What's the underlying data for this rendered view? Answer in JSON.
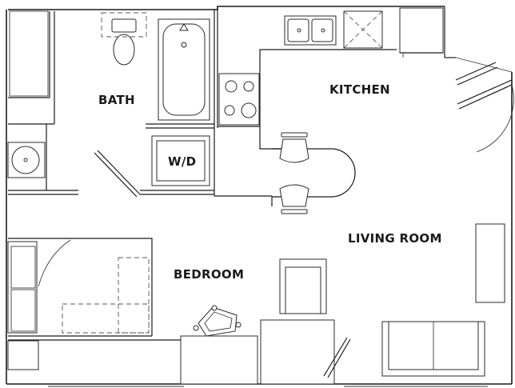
{
  "rooms": {
    "bath": "BATH",
    "kitchen": "KITCHEN",
    "wd": "W/D",
    "living": "LIVING ROOM",
    "bedroom": "BEDROOM"
  },
  "icons": [
    "toilet-icon",
    "bathtub-icon",
    "sink-icon",
    "stove-icon",
    "dishwasher-icon",
    "refrigerator-icon",
    "washer-dryer-icon",
    "bed-icon",
    "sofa-icon",
    "armchair-icon",
    "bar-stool-icon",
    "desk-chair-icon",
    "door-swing-icon"
  ]
}
